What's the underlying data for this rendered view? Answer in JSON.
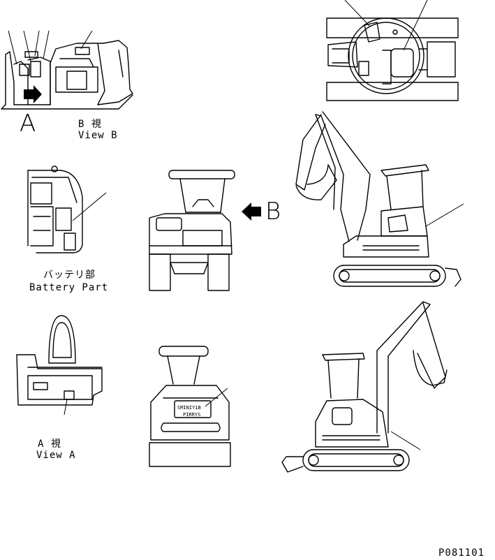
{
  "views": {
    "view_b": {
      "letter": "A",
      "jp": "B 視",
      "en": "View B"
    },
    "battery": {
      "jp": "バッテリ部",
      "en": "Battery Part"
    },
    "rear_arrow_letter": "B",
    "view_a": {
      "jp": "A 視",
      "en": "View A"
    }
  },
  "decal_text": {
    "line1": "SMINIY1B",
    "line2": "PIRRYS"
  },
  "drawing_code": "P081101",
  "colors": {
    "ink": "#000000",
    "paper": "#ffffff"
  }
}
